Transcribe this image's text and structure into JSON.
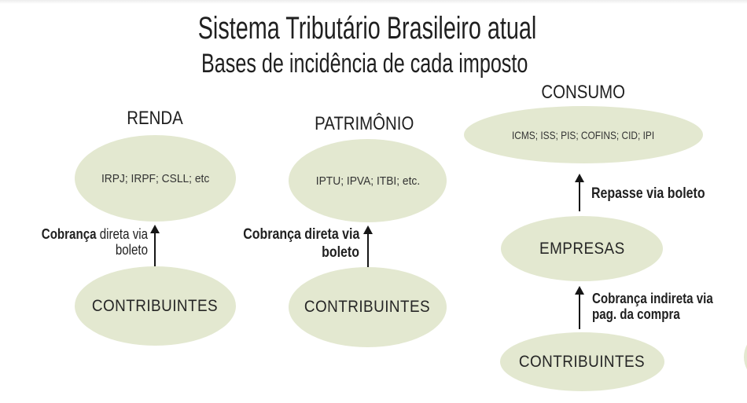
{
  "slide": {
    "title": "Sistema Tributário Brasileiro atual",
    "subtitle": "Bases de incidência de cada imposto"
  },
  "colors": {
    "ellipse_fill": "#e3e8d0",
    "text": "#1f1f1f",
    "arrow": "#161616"
  },
  "diagram": {
    "renda": {
      "header": "RENDA",
      "taxes": "IRPJ; IRPF; CSLL; etc",
      "arrow_label": {
        "bold": "Cobrança",
        "rest": " direta via",
        "line2": "boleto"
      },
      "payer": "CONTRIBUINTES"
    },
    "patrimonio": {
      "header": "PATRIMÔNIO",
      "taxes": "IPTU; IPVA; ITBI; etc.",
      "arrow_label": {
        "line1": "Cobrança direta via",
        "line2": "boleto"
      },
      "payer": "CONTRIBUINTES"
    },
    "consumo": {
      "header": "CONSUMO",
      "taxes": "ICMS; ISS; PIS; COFINS; CID; IPI",
      "repasse_label": "Repasse via boleto",
      "intermediary": "EMPRESAS",
      "arrow_label": {
        "line1": "Cobrança indireta via",
        "line2": "pag. da compra"
      },
      "payer": "CONTRIBUINTES"
    }
  }
}
